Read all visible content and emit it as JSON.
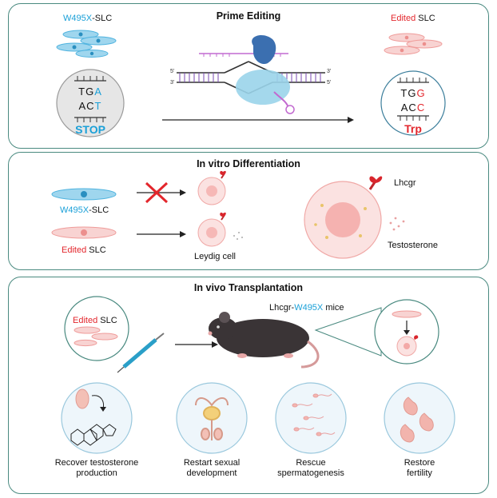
{
  "prime": {
    "title": "Prime Editing",
    "left_mut": "W495X",
    "left_suffix": "-SLC",
    "codon_top": [
      "TG",
      "A"
    ],
    "codon_bot": [
      "AC",
      "T"
    ],
    "stop": "STOP",
    "right_prefix": "Edited",
    "right_suffix": " SLC",
    "edit_top": [
      "TG",
      "G"
    ],
    "edit_bot": [
      "AC",
      "C"
    ],
    "trp": "Trp",
    "strand_labels": [
      "5'",
      "3'",
      "3'",
      "5'"
    ]
  },
  "vitro": {
    "title": "In vitro Differentiation",
    "mut_label": "W495X",
    "mut_suffix": "-SLC",
    "edit_label": "Edited",
    "edit_suffix": " SLC",
    "leydig": "Leydig cell",
    "receptor": "Lhcgr",
    "hormone": "Testosterone"
  },
  "vivo": {
    "title": "In vivo Transplantation",
    "edited": "Edited",
    "slc": " SLC",
    "mice_prefix": "Lhcgr-",
    "mice_mut": "W495X",
    "mice_suffix": " mice",
    "outcomes": [
      {
        "l1": "Recover testosterone",
        "l2": "production"
      },
      {
        "l1": "Restart sexual",
        "l2": "development"
      },
      {
        "l1": "Rescue",
        "l2": "spermatogenesis"
      },
      {
        "l1": "Restore",
        "l2": "fertility"
      }
    ]
  },
  "colors": {
    "frame": "#4a8a80",
    "blue": "#1aa0d8",
    "red": "#e3262c",
    "pink": "#f6c6c4",
    "mouse": "#3a3436"
  }
}
